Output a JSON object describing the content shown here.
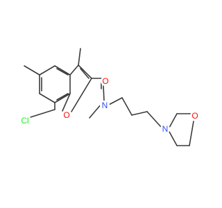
{
  "molecule": {
    "atom_labels": {
      "chlorine": "Cl",
      "furan_oxygen": "O",
      "carbonyl_oxygen": "O",
      "amide_nitrogen": "N",
      "morpholine_nitrogen": "N",
      "morpholine_oxygen": "O"
    },
    "colors": {
      "bond": "#3a3a3a",
      "carbon": "#3a3a3a",
      "oxygen": "#ff0d0d",
      "nitrogen": "#3050f8",
      "chlorine": "#1ff01f"
    }
  }
}
